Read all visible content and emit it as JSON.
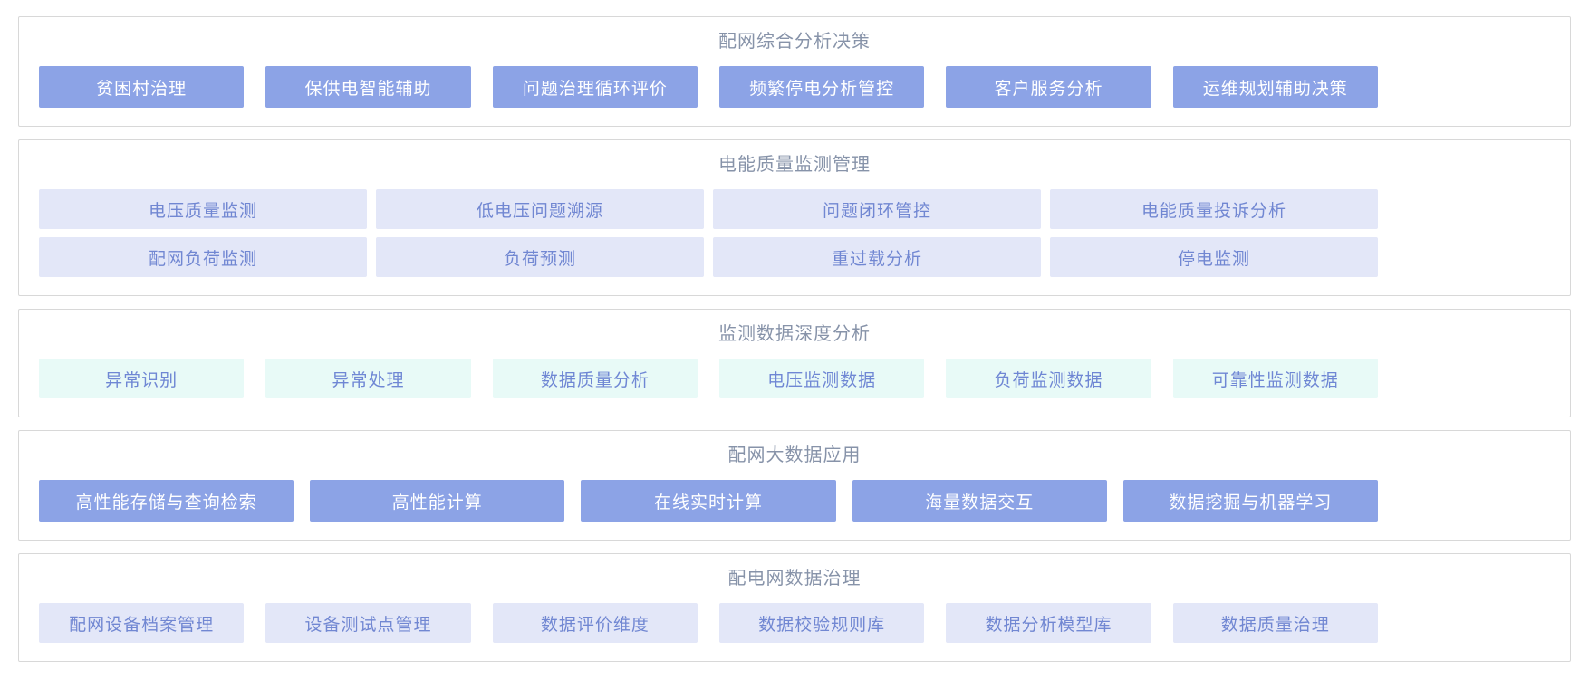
{
  "colors": {
    "border": "#d8d8d8",
    "title_text": "#8793a9",
    "solid_button_bg": "#8ca3e6",
    "solid_button_text": "#ffffff",
    "lavender_button_bg": "#e3e7f8",
    "lavender_button_text": "#7187d2",
    "mint_button_bg": "#e8faf7",
    "mint_button_text": "#6f87d4"
  },
  "sections": [
    {
      "id": "comprehensive-analysis-decision",
      "title": "配网综合分析决策",
      "style": "solid",
      "rows": [
        [
          "贫困村治理",
          "保供电智能辅助",
          "问题治理循环评价",
          "频繁停电分析管控",
          "客户服务分析",
          "运维规划辅助决策"
        ]
      ]
    },
    {
      "id": "power-quality-monitoring-management",
      "title": "电能质量监测管理",
      "style": "lavender",
      "rows": [
        [
          "电压质量监测",
          "低电压问题溯源",
          "问题闭环管控",
          "电能质量投诉分析"
        ],
        [
          "配网负荷监测",
          "负荷预测",
          "重过载分析",
          "停电监测"
        ]
      ]
    },
    {
      "id": "monitoring-data-deep-analysis",
      "title": "监测数据深度分析",
      "style": "mint",
      "rows": [
        [
          "异常识别",
          "异常处理",
          "数据质量分析",
          "电压监测数据",
          "负荷监测数据",
          "可靠性监测数据"
        ]
      ]
    },
    {
      "id": "distribution-big-data-application",
      "title": "配网大数据应用",
      "style": "solid",
      "rows": [
        [
          "高性能存储与查询检索",
          "高性能计算",
          "在线实时计算",
          "海量数据交互",
          "数据挖掘与机器学习"
        ]
      ]
    },
    {
      "id": "distribution-network-data-governance",
      "title": "配电网数据治理",
      "style": "lavender",
      "rows": [
        [
          "配网设备档案管理",
          "设备测试点管理",
          "数据评价维度",
          "数据校验规则库",
          "数据分析模型库",
          "数据质量治理"
        ]
      ]
    }
  ]
}
